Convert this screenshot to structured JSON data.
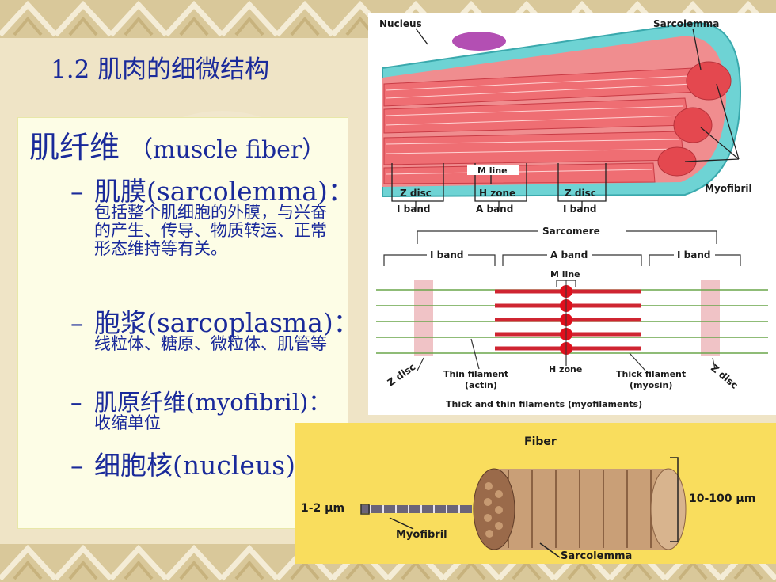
{
  "slide": {
    "title": "1.2 肌肉的细微结构",
    "heading_cn": "肌纤维",
    "heading_en": "（muscle fiber）",
    "bullets": [
      {
        "dash": "–",
        "label": "肌膜(sarcolemma)：",
        "desc": "包括整个肌细胞的外膜，与兴奋的产生、传导、物质转运、正常形态维持等有关。"
      },
      {
        "dash": "–",
        "label": "胞浆(sarcoplasma)：",
        "desc": "线粒体、糖原、微粒体、肌管等"
      },
      {
        "dash": "–",
        "label": "肌原纤维(myofibril)：",
        "desc": "收缩单位"
      },
      {
        "dash": "–",
        "label": "细胞核(nucleus)："
      }
    ]
  },
  "figure_top": {
    "nucleus": "Nucleus",
    "sarcolemma": "Sarcolemma",
    "myofibril": "Myofibril",
    "m_line": "M line",
    "z_disc": "Z disc",
    "h_zone": "H zone",
    "i_band": "I band",
    "a_band": "A band",
    "sarcomere": "Sarcomere",
    "thin_filament": "Thin filament",
    "actin": "(actin)",
    "thick_filament": "Thick filament",
    "myosin": "(myosin)",
    "caption": "Thick and thin filaments (myofilaments)"
  },
  "figure_fiber": {
    "fiber": "Fiber",
    "myofibril": "Myofibril",
    "sarcolemma": "Sarcolemma",
    "size_small": "1-2 μm",
    "size_large": "10-100 μm"
  },
  "colors": {
    "text_blue": "#1a2a9a",
    "background": "#efe4c6",
    "muscle_red": "#e4484f",
    "fiber_yellow": "#f9dd5d"
  }
}
